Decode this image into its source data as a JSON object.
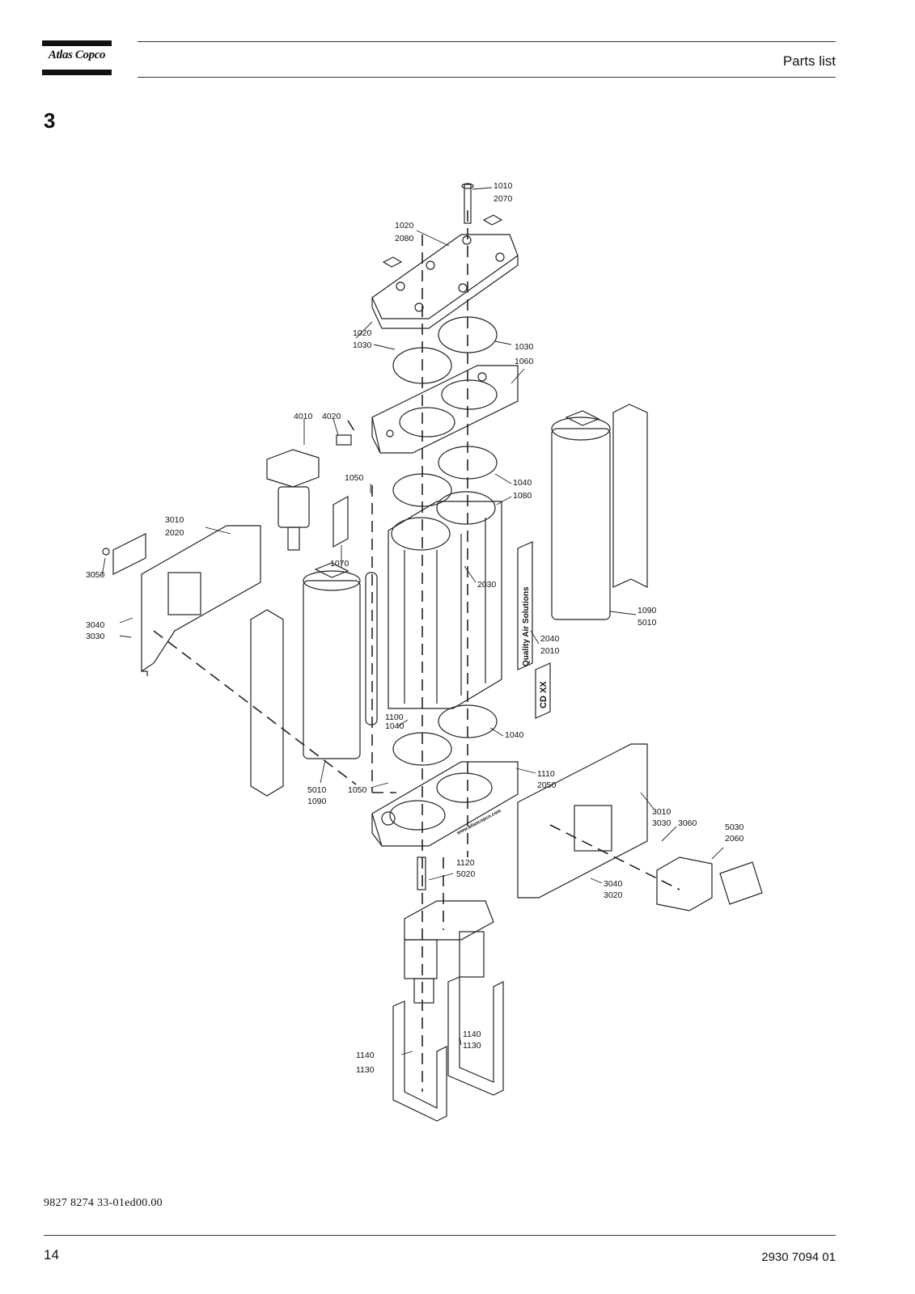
{
  "header": {
    "logo_text": "Atlas Copco",
    "title": "Parts list"
  },
  "section_number": "3",
  "diagram": {
    "callouts": [
      {
        "id": "c1",
        "lines": [
          "1010",
          "2070"
        ]
      },
      {
        "id": "c2",
        "lines": [
          "1020",
          "2080"
        ]
      },
      {
        "id": "c3",
        "lines": [
          "1020",
          "1030"
        ]
      },
      {
        "id": "c4",
        "lines": [
          "1030",
          "1060"
        ]
      },
      {
        "id": "c5",
        "lines": [
          "4010"
        ]
      },
      {
        "id": "c6",
        "lines": [
          "4020"
        ]
      },
      {
        "id": "c7",
        "lines": [
          "1050"
        ]
      },
      {
        "id": "c8",
        "lines": [
          "1040",
          "1080"
        ]
      },
      {
        "id": "c9",
        "lines": [
          "3010",
          "2020"
        ]
      },
      {
        "id": "c10",
        "lines": [
          "3050"
        ]
      },
      {
        "id": "c11",
        "lines": [
          "1070"
        ]
      },
      {
        "id": "c12",
        "lines": [
          "2030"
        ]
      },
      {
        "id": "c13",
        "lines": [
          "3040",
          "3030"
        ]
      },
      {
        "id": "c14",
        "lines": [
          "1090",
          "5010"
        ]
      },
      {
        "id": "c15",
        "lines": [
          "2040",
          "2010"
        ]
      },
      {
        "id": "c16",
        "lines": [
          "1100",
          "1040"
        ]
      },
      {
        "id": "c17",
        "lines": [
          "1040"
        ]
      },
      {
        "id": "c18",
        "lines": [
          "1110",
          "2050"
        ]
      },
      {
        "id": "c19",
        "lines": [
          "5010",
          "1090"
        ]
      },
      {
        "id": "c20",
        "lines": [
          "1050"
        ]
      },
      {
        "id": "c21",
        "lines": [
          "3010",
          "3030"
        ]
      },
      {
        "id": "c22",
        "lines": [
          "3060"
        ]
      },
      {
        "id": "c23",
        "lines": [
          "5030",
          "2060"
        ]
      },
      {
        "id": "c24",
        "lines": [
          "1120",
          "5020"
        ]
      },
      {
        "id": "c25",
        "lines": [
          "3040",
          "3020"
        ]
      },
      {
        "id": "c26",
        "lines": [
          "1140",
          "1130"
        ]
      },
      {
        "id": "c27",
        "lines": [
          "1140",
          "1130"
        ]
      }
    ],
    "product_label_text": "Quality Air Solutions",
    "model_label_text": "CD XX",
    "web_text": "www.atlascopco.com"
  },
  "footer": {
    "document_number": "9827 8274 33-01ed00.00",
    "page_number": "14",
    "part_number": "2930 7094 01"
  }
}
